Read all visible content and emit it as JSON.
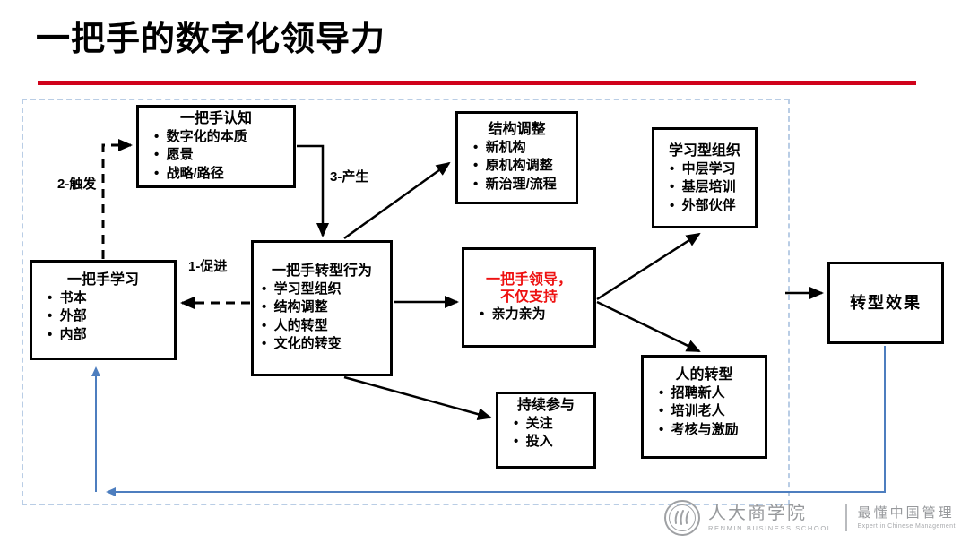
{
  "title": "一把手的数字化领导力",
  "colors": {
    "title_rule": "#D0021B",
    "red_text": "#EE1111",
    "boundary_dash": "#B9CDE5",
    "feedback_blue": "#4D7EBF",
    "footer_gray": "#97999C"
  },
  "arrow_labels": {
    "promote": "1-促进",
    "trigger": "2-触发",
    "produce": "3-产生"
  },
  "boxes": {
    "cognition": {
      "title": "一把手认知",
      "bullets": [
        "数字化的本质",
        "愿景",
        "战略/路径"
      ]
    },
    "structure": {
      "title": "结构调整",
      "bullets": [
        "新机构",
        "原机构调整",
        "新治理/流程"
      ]
    },
    "learning_org": {
      "title": "学习型组织",
      "bullets": [
        "中层学习",
        "基层培训",
        "外部伙伴"
      ]
    },
    "leader_learning": {
      "title": "一把手学习",
      "bullets": [
        "书本",
        "外部",
        "内部"
      ]
    },
    "transform_behavior": {
      "title": "一把手转型行为",
      "bullets": [
        "学习型组织",
        "结构调整",
        "人的转型",
        "文化的转变"
      ]
    },
    "leader_lead": {
      "title_line1": "一把手领导，",
      "title_line2": "不仅支持",
      "bullets": [
        "亲力亲为"
      ]
    },
    "effect": {
      "title": "转型效果"
    },
    "people_transform": {
      "title": "人的转型",
      "bullets": [
        "招聘新人",
        "培训老人",
        "考核与激励"
      ]
    },
    "continuous": {
      "title": "持续参与",
      "bullets": [
        "关注",
        "投入"
      ]
    }
  },
  "footer": {
    "school_cn": "人大商学院",
    "school_en": "RENMIN BUSINESS SCHOOL",
    "slogan_cn": "最懂中国管理",
    "slogan_en": "Expert in Chinese Management"
  }
}
